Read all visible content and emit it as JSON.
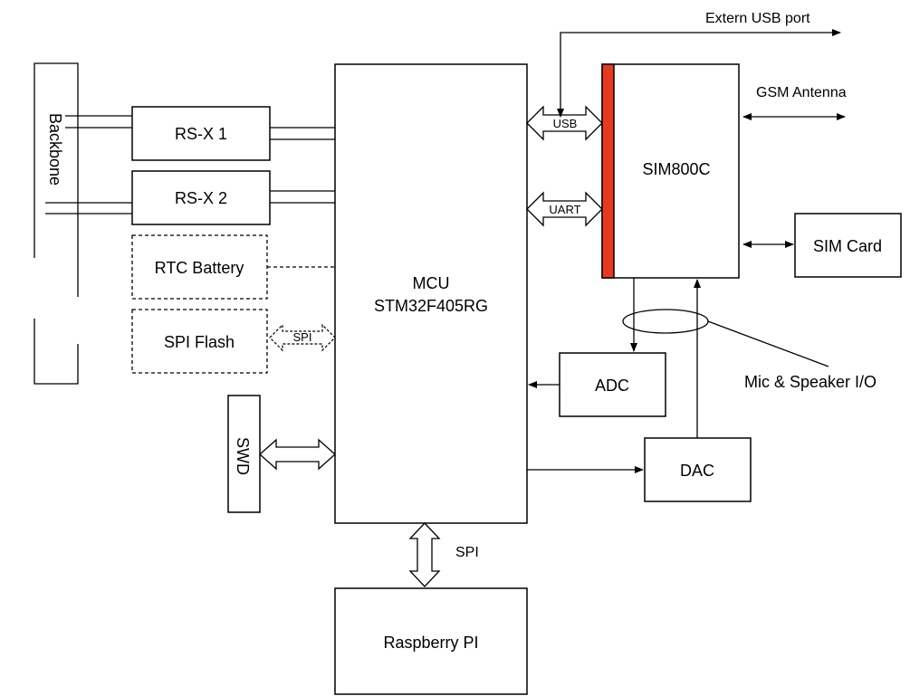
{
  "labels": {
    "backbone": "Backbone",
    "rsx1": "RS-X 1",
    "rsx2": "RS-X 2",
    "rtc": "RTC Battery",
    "spiflash": "SPI Flash",
    "spi_bus_flash": "SPI",
    "swd": "SWD",
    "mcu_line1": "MCU",
    "mcu_line2": "STM32F405RG",
    "usb": "USB",
    "uart": "UART",
    "sim800c": "SIM800C",
    "extern_usb": "Extern USB port",
    "gsm": "GSM Antenna",
    "simcard": "SIM Card",
    "adc": "ADC",
    "dac": "DAC",
    "mic": "Mic & Speaker I/O",
    "spi_pi": "SPI",
    "raspberry": "Raspberry PI"
  },
  "colors": {
    "sim_strip": "#e8391e"
  }
}
